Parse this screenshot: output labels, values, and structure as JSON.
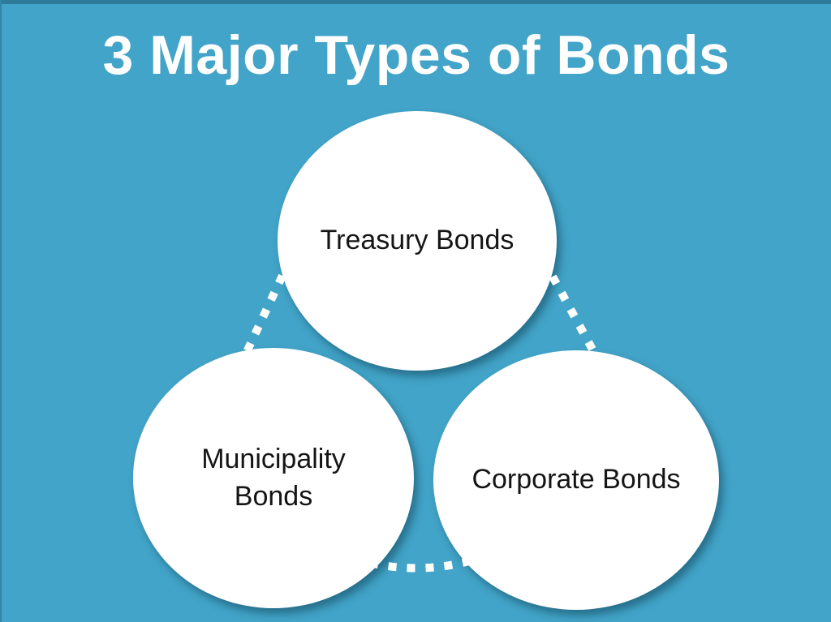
{
  "slide": {
    "title": "3 Major Types of Bonds",
    "colors": {
      "background": "#42a4c8",
      "top_strip": "#2d7b99",
      "title": "#ffffff",
      "circle_fill": "#ffffff",
      "circle_text": "#151515",
      "connector": "#ffffff"
    },
    "nodes": [
      {
        "id": "treasury",
        "label": "Treasury Bonds"
      },
      {
        "id": "municipality",
        "label": "Municipality Bonds"
      },
      {
        "id": "corporate",
        "label": "Corporate Bonds"
      }
    ]
  }
}
